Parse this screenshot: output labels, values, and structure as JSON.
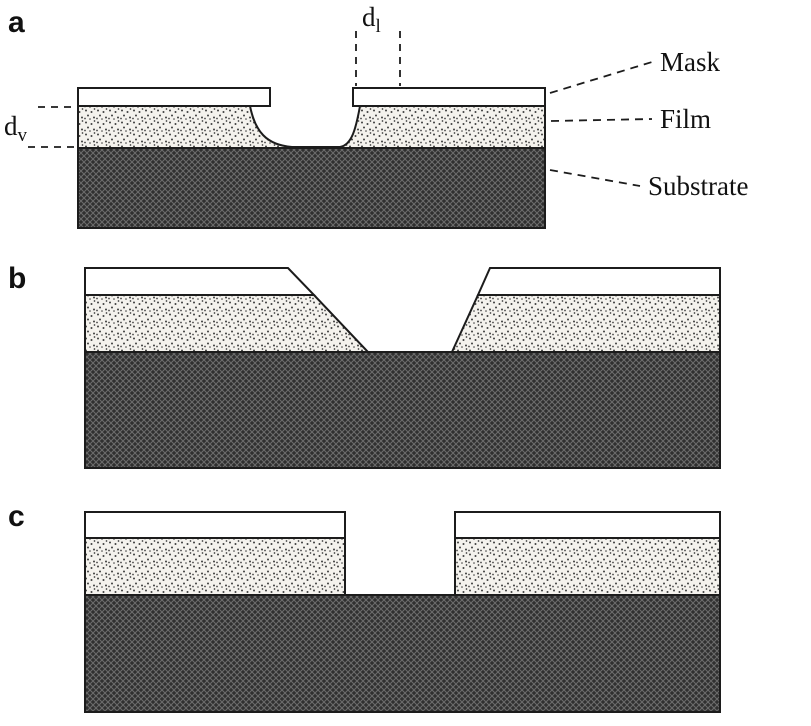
{
  "figure": {
    "panel_a": {
      "label": "a",
      "dim_lateral": {
        "base": "d",
        "sub": "l"
      },
      "dim_vertical": {
        "base": "d",
        "sub": "v"
      },
      "legend": {
        "mask": "Mask",
        "film": "Film",
        "substrate": "Substrate"
      }
    },
    "panel_b": {
      "label": "b"
    },
    "panel_c": {
      "label": "c"
    },
    "colors": {
      "line": "#1c1c1c",
      "mask_fill": "#ffffff",
      "film_background": "#f4f2ed",
      "film_dots": "#3f3f3f",
      "substrate_background": "#303030",
      "substrate_hatch": "#6b6b6b",
      "page_background": "#ffffff"
    }
  }
}
